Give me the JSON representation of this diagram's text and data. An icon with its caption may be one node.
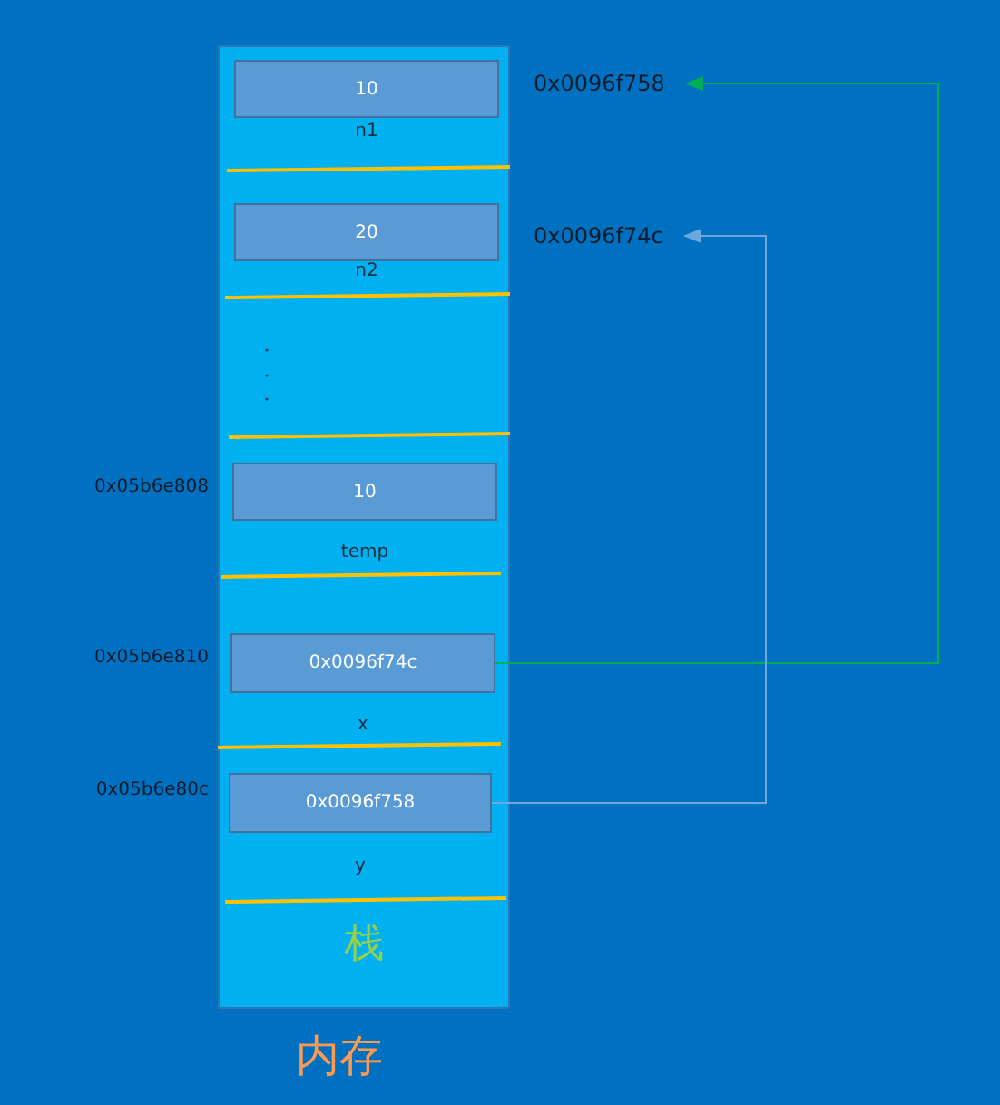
{
  "diagram": {
    "caption": "内存",
    "nodes": [
      {
        "text": [
          "栈"
        ]
      },
      {
        "text": [
          "10"
        ],
        "in": 0,
        "beside": [
          "n1"
        ]
      },
      {
        "text": [
          "20"
        ],
        "in": 0,
        "beside": [
          "n2"
        ]
      },
      {
        "text": [
          "10"
        ],
        "in": 0,
        "beside": [
          "temp",
          "0x05b6e808"
        ]
      },
      {
        "text": [
          "0x0096f74c"
        ],
        "in": 0,
        "beside": [
          "x",
          "0x05b6e810"
        ]
      },
      {
        "text": [
          "0x0096f758"
        ],
        "in": 0,
        "beside": [
          "y",
          "0x05b6e80c"
        ]
      },
      {
        "text": [
          "0x0096f758"
        ]
      },
      {
        "text": [
          "0x0096f74c"
        ]
      }
    ],
    "edges": [
      {
        "from": 4,
        "to": 6,
        "arrow": "to",
        "color": "#00b050"
      },
      {
        "from": 5,
        "to": 7,
        "arrow": "to",
        "color": "#6fa8dc"
      }
    ]
  }
}
